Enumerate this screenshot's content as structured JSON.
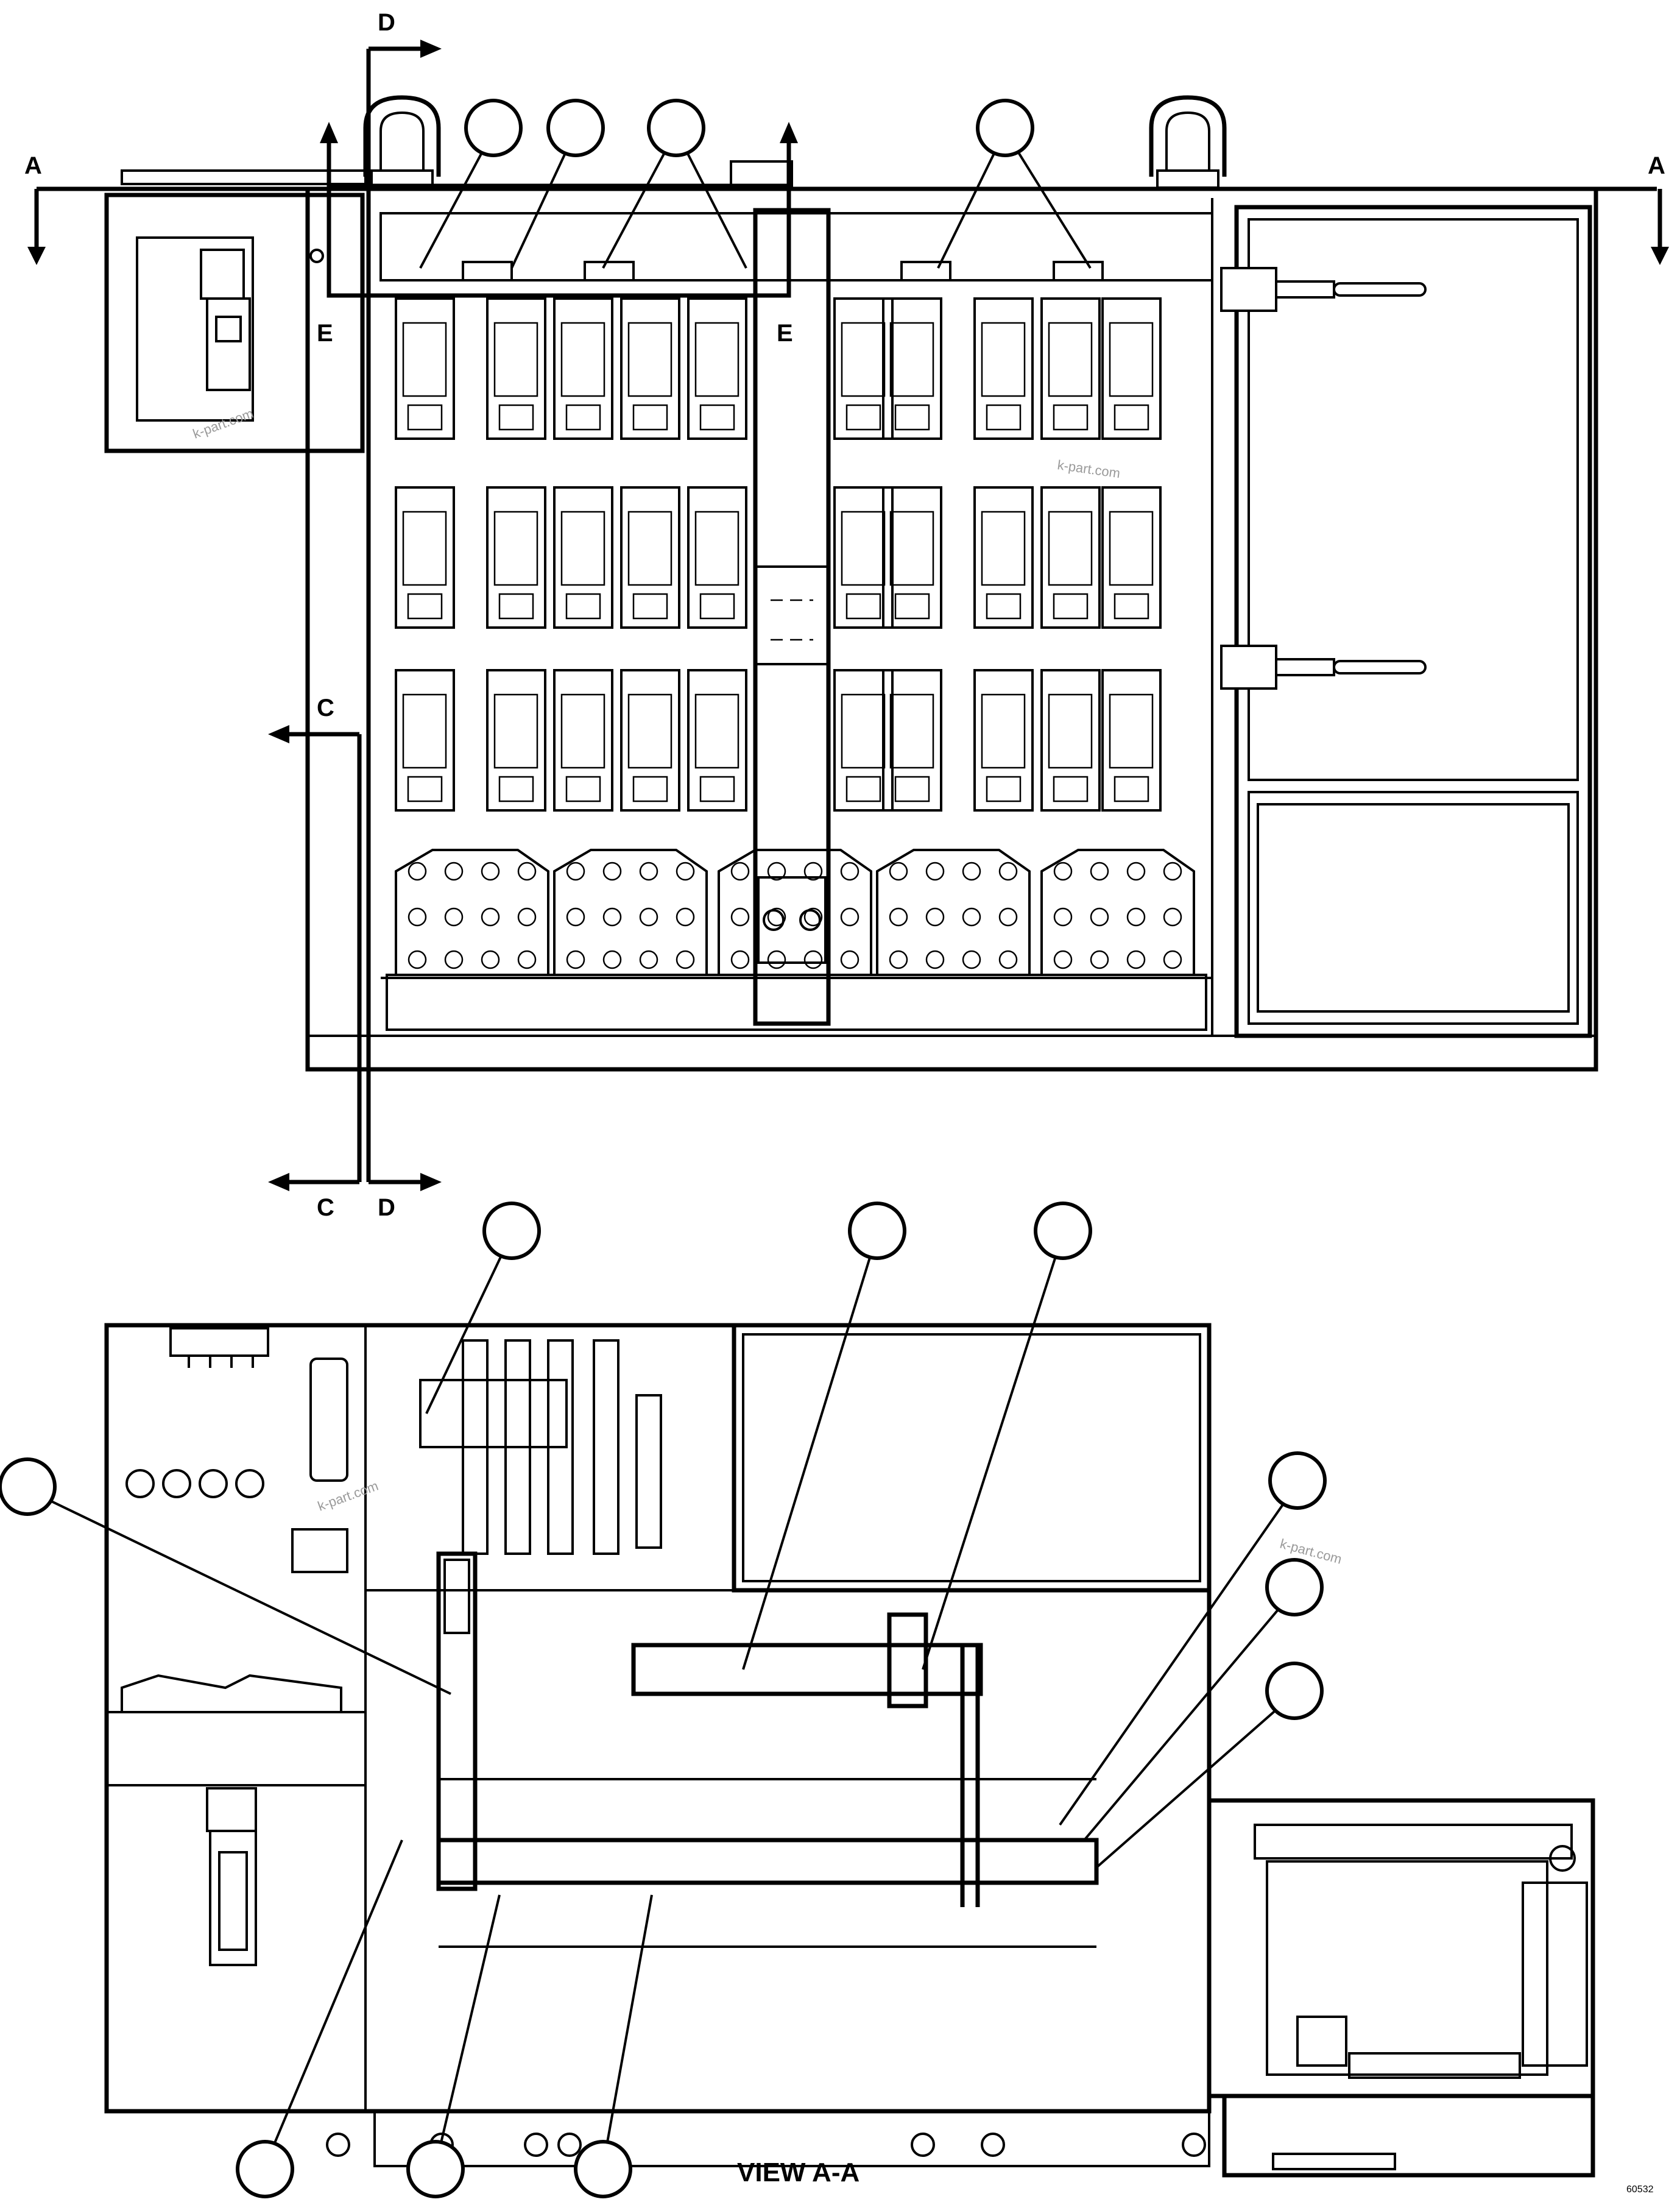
{
  "section_marks": {
    "a_left": "A",
    "a_right": "A",
    "c_top": "C",
    "c_bottom": "C",
    "d_top": "D",
    "d_bottom": "D",
    "e_left": "E",
    "e_center": "E"
  },
  "view_caption": "VIEW A-A",
  "figure_number": "60532",
  "watermarks": [
    "k-part.com",
    "k-part.com",
    "k-part.com",
    "k-part.com"
  ]
}
